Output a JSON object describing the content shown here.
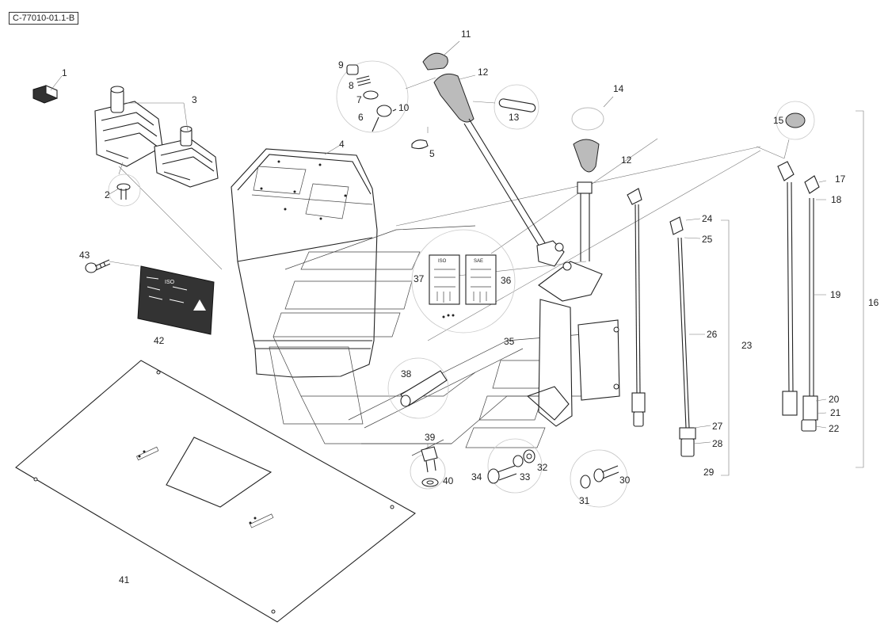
{
  "reference_code": "C-77010-01.1-B",
  "callouts": [
    {
      "id": "c1",
      "label": "1"
    },
    {
      "id": "c2",
      "label": "2"
    },
    {
      "id": "c3",
      "label": "3"
    },
    {
      "id": "c4",
      "label": "4"
    },
    {
      "id": "c5",
      "label": "5"
    },
    {
      "id": "c6",
      "label": "6"
    },
    {
      "id": "c7",
      "label": "7"
    },
    {
      "id": "c8",
      "label": "8"
    },
    {
      "id": "c9",
      "label": "9"
    },
    {
      "id": "c10",
      "label": "10"
    },
    {
      "id": "c11",
      "label": "11"
    },
    {
      "id": "c12a",
      "label": "12"
    },
    {
      "id": "c12b",
      "label": "12"
    },
    {
      "id": "c13",
      "label": "13"
    },
    {
      "id": "c14",
      "label": "14"
    },
    {
      "id": "c15",
      "label": "15"
    },
    {
      "id": "c16",
      "label": "16"
    },
    {
      "id": "c17",
      "label": "17"
    },
    {
      "id": "c18",
      "label": "18"
    },
    {
      "id": "c19",
      "label": "19"
    },
    {
      "id": "c20",
      "label": "20"
    },
    {
      "id": "c21",
      "label": "21"
    },
    {
      "id": "c22",
      "label": "22"
    },
    {
      "id": "c23",
      "label": "23"
    },
    {
      "id": "c24",
      "label": "24"
    },
    {
      "id": "c25",
      "label": "25"
    },
    {
      "id": "c26",
      "label": "26"
    },
    {
      "id": "c27",
      "label": "27"
    },
    {
      "id": "c28",
      "label": "28"
    },
    {
      "id": "c29",
      "label": "29"
    },
    {
      "id": "c30",
      "label": "30"
    },
    {
      "id": "c31",
      "label": "31"
    },
    {
      "id": "c32",
      "label": "32"
    },
    {
      "id": "c33",
      "label": "33"
    },
    {
      "id": "c34",
      "label": "34"
    },
    {
      "id": "c35",
      "label": "35"
    },
    {
      "id": "c36",
      "label": "36"
    },
    {
      "id": "c37",
      "label": "37"
    },
    {
      "id": "c38",
      "label": "38"
    },
    {
      "id": "c39",
      "label": "39"
    },
    {
      "id": "c40",
      "label": "40"
    },
    {
      "id": "c41",
      "label": "41"
    },
    {
      "id": "c42",
      "label": "42"
    },
    {
      "id": "c43",
      "label": "43"
    }
  ],
  "decal_42": {
    "label_iso": "ISO"
  },
  "decal_37": {
    "label": "ISO"
  },
  "decal_36": {
    "label": "SAE"
  }
}
